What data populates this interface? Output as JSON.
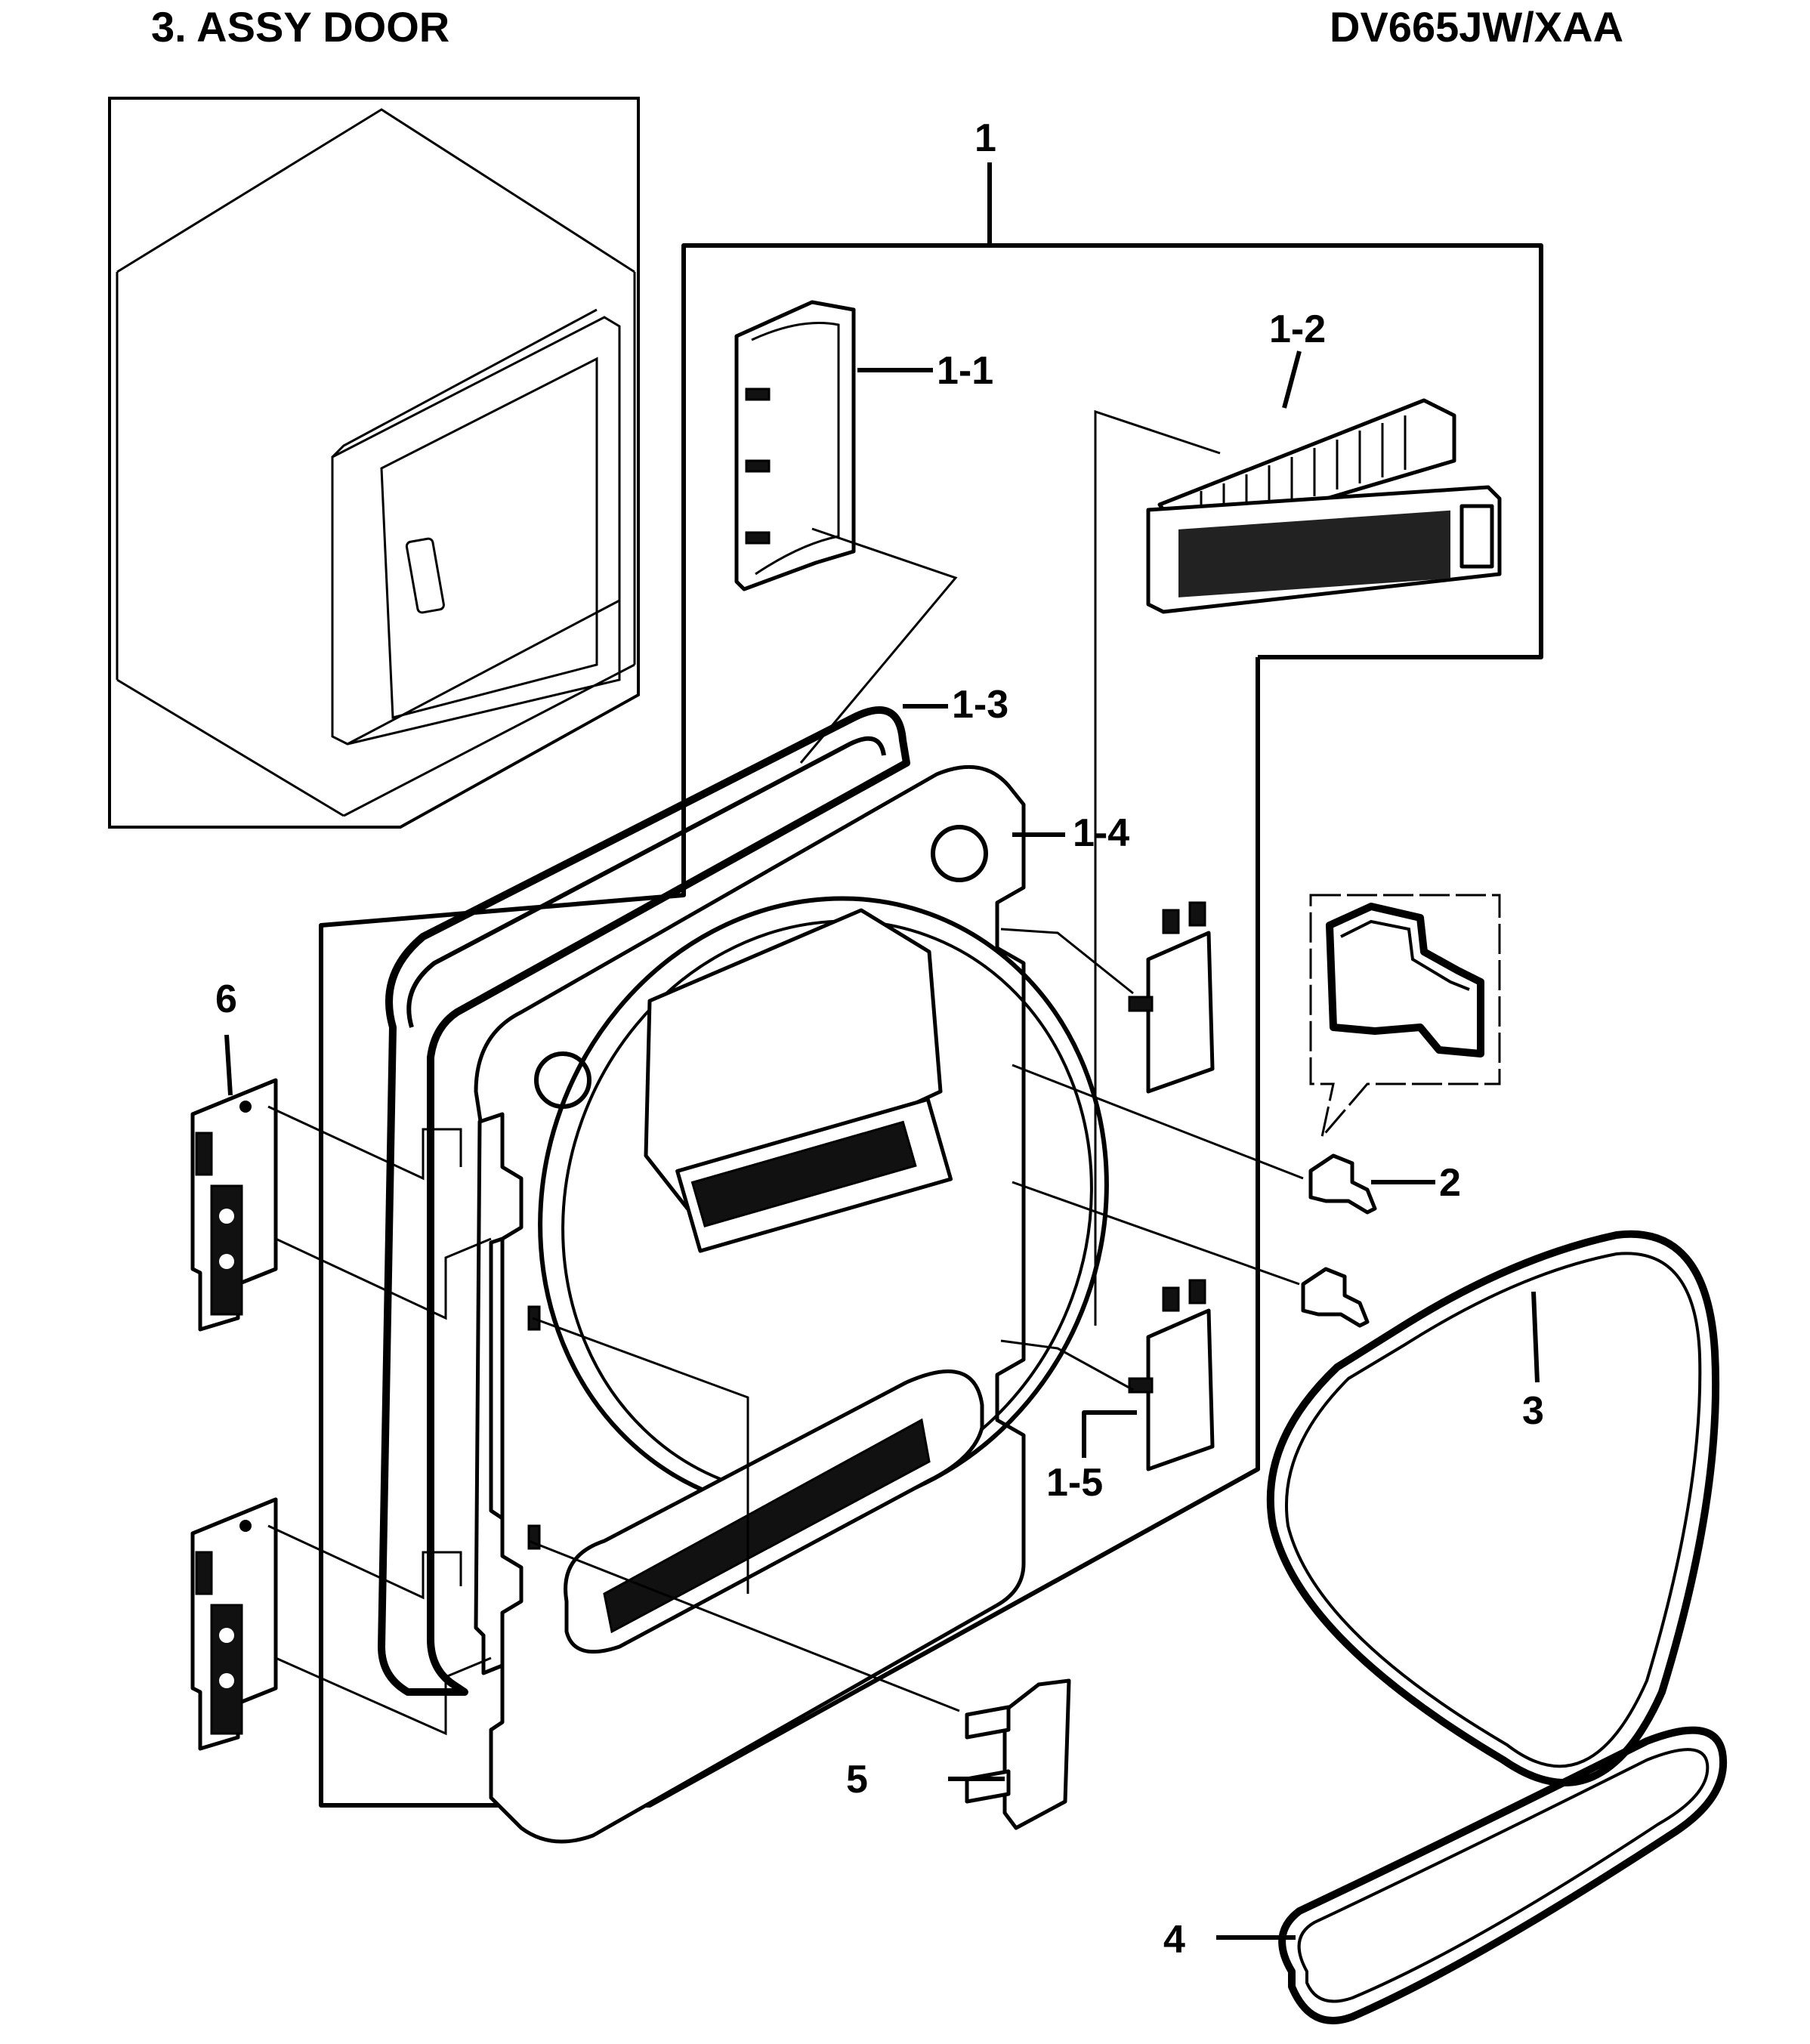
{
  "header": {
    "section_title": "3. ASSY DOOR",
    "model": "DV665JW/XAA"
  },
  "callouts": {
    "c1": "1",
    "c1_1": "1-1",
    "c1_2": "1-2",
    "c1_3": "1-3",
    "c1_4": "1-4",
    "c1_5": "1-5",
    "c2": "2",
    "c3": "3",
    "c4": "4",
    "c5": "5",
    "c6": "6"
  }
}
